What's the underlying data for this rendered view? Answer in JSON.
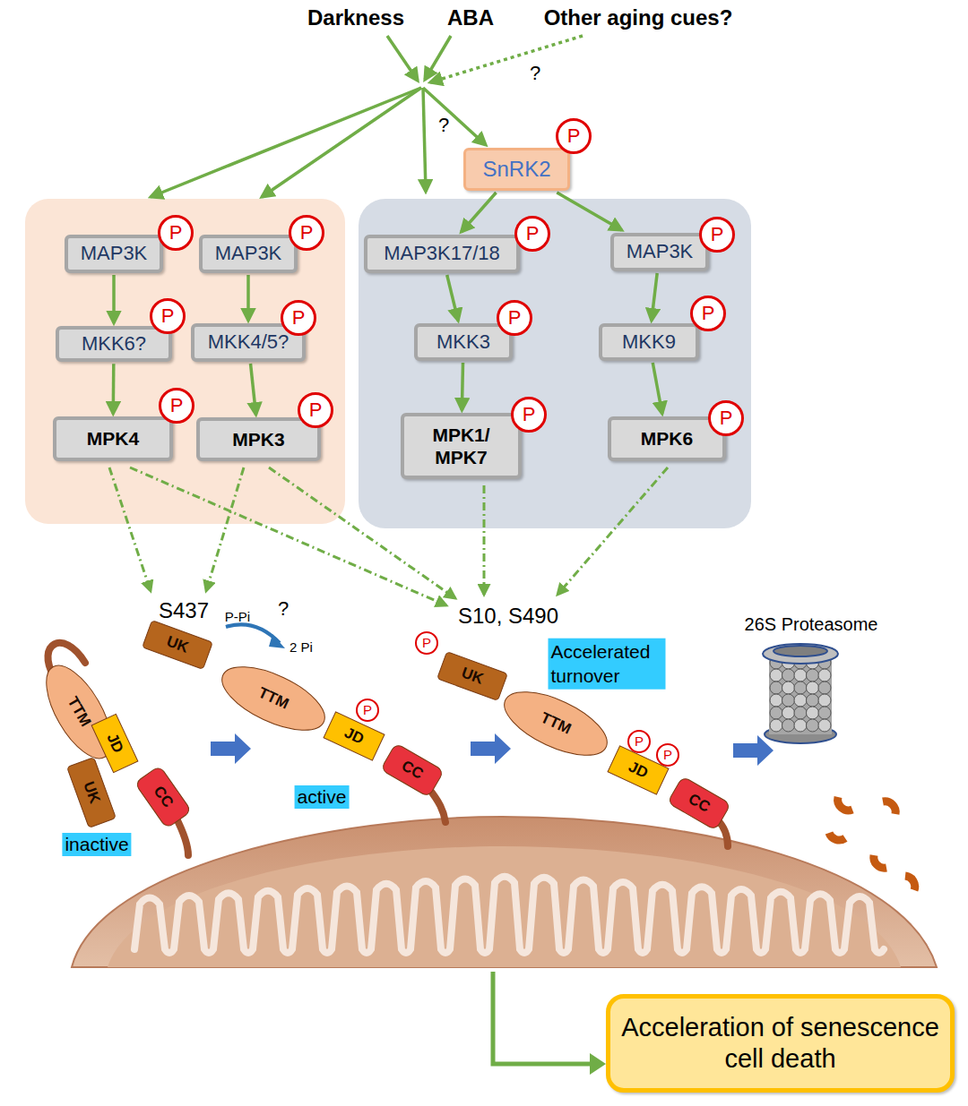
{
  "diagram": {
    "nodes": [
      {
        "text": [
          "MAP3K"
        ]
      },
      {
        "text": [
          "MKK6?"
        ]
      },
      {
        "text": [
          "MPK4"
        ]
      },
      {
        "text": [
          "MAP3K"
        ]
      },
      {
        "text": [
          "MKK4/5?"
        ]
      },
      {
        "text": [
          "MPK3"
        ]
      },
      {
        "text": [
          "SnRK2"
        ]
      },
      {
        "text": [
          "MAP3K17/18"
        ]
      },
      {
        "text": [
          "MKK3"
        ]
      },
      {
        "text": [
          "MPK1/ MPK7"
        ]
      },
      {
        "text": [
          "MAP3K"
        ]
      },
      {
        "text": [
          "MKK9"
        ]
      },
      {
        "text": [
          "MPK6"
        ]
      },
      {
        "text": [
          "Acceleration of senescence cell death"
        ]
      }
    ],
    "edges": [
      {
        "from": 0,
        "to": 1,
        "arrow": "to"
      },
      {
        "from": 1,
        "to": 2,
        "arrow": "to"
      },
      {
        "from": 3,
        "to": 4,
        "arrow": "to"
      },
      {
        "from": 4,
        "to": 5,
        "arrow": "to"
      },
      {
        "from": 6,
        "to": 7,
        "arrow": "to"
      },
      {
        "from": 6,
        "to": 10,
        "arrow": "to"
      },
      {
        "from": 7,
        "to": 8,
        "arrow": "to"
      },
      {
        "from": 8,
        "to": 9,
        "arrow": "to"
      },
      {
        "from": 10,
        "to": 11,
        "arrow": "to"
      },
      {
        "from": 11,
        "to": 12,
        "arrow": "to"
      }
    ],
    "labels": [
      "Darkness",
      "ABA",
      "Other aging cues?",
      "?",
      "?",
      "P",
      "P",
      "P",
      "P",
      "P",
      "P",
      "P",
      "P",
      "P",
      "P",
      "P",
      "P",
      "P",
      "S437",
      "P-Pi",
      "?",
      "2 Pi",
      "S10, S490",
      "Accelerated turnover",
      "26S Proteasome",
      "TTM",
      "UK",
      "JD",
      "CC",
      "inactive",
      "UK",
      "TTM",
      "JD",
      "CC",
      "P",
      "active",
      "UK",
      "TTM",
      "JD",
      "CC",
      "P",
      "P",
      "P"
    ]
  }
}
